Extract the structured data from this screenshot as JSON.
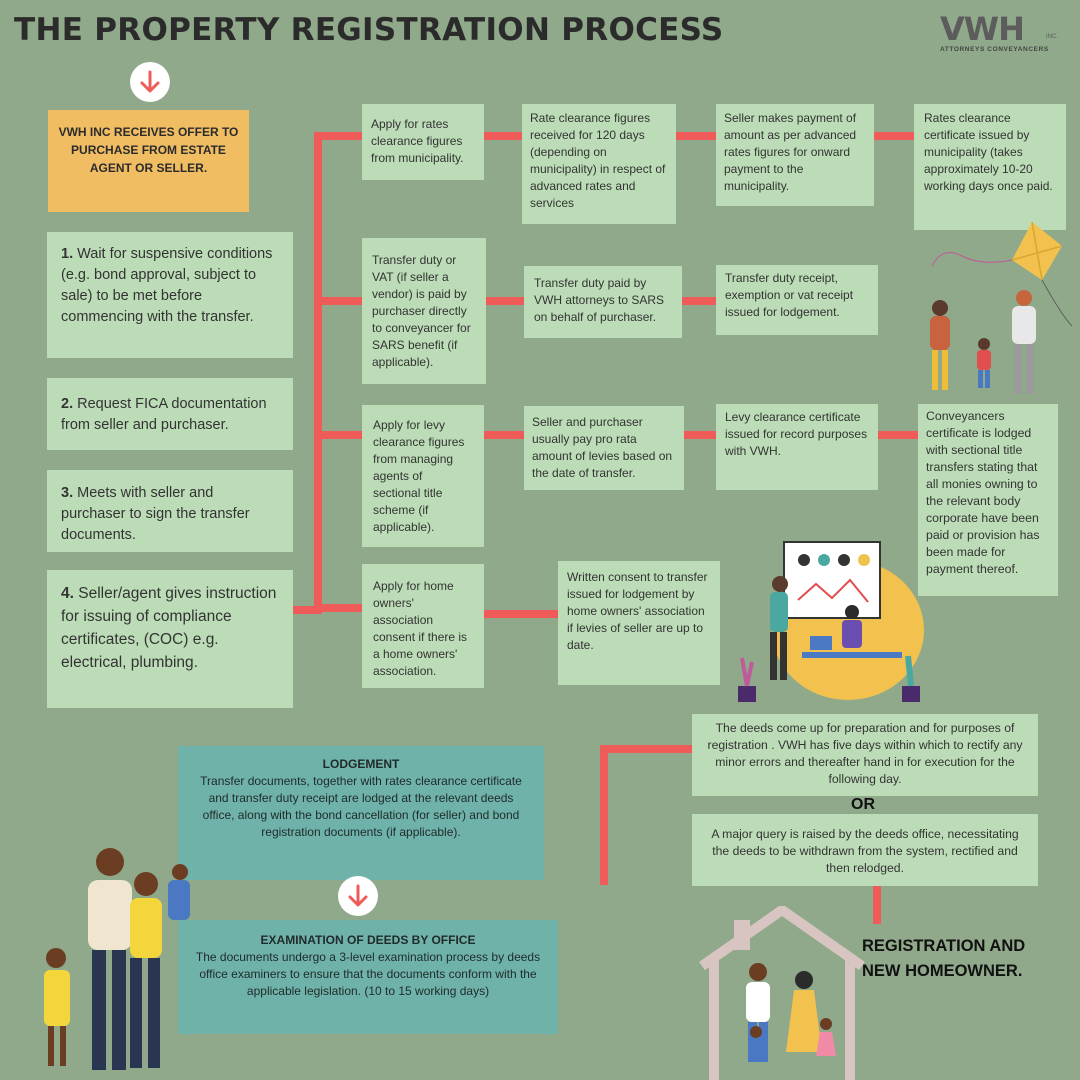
{
  "title": "THE PROPERTY REGISTRATION PROCESS",
  "logo": {
    "mark": "VWH",
    "inc": "INC.",
    "subtitle": "ATTORNEYS   CONVEYANCERS"
  },
  "colors": {
    "background": "#8fa98a",
    "box": "#bcdcb7",
    "offer_box": "#f0bd63",
    "teal_box": "#6fb2aa",
    "connector": "#ef5b58"
  },
  "steps": {
    "offer": "VWH INC RECEIVES OFFER TO PURCHASE FROM ESTATE AGENT OR SELLER.",
    "step1": {
      "num": "1.",
      "text": "Wait for suspensive conditions (e.g. bond approval, subject to sale) to be met before commencing with the transfer."
    },
    "step2": {
      "num": "2.",
      "text": "Request FICA documentation from seller and purchaser."
    },
    "step3": {
      "num": "3.",
      "text": "Meets with seller and purchaser to sign the transfer documents."
    },
    "step4": {
      "num": "4.",
      "text": "Seller/agent gives instruction for issuing of compliance certificates, (COC) e.g. electrical, plumbing."
    }
  },
  "rows": {
    "rates": [
      "Apply for rates clearance figures from municipality.",
      "Rate clearance figures received for 120 days (depending on municipality) in respect of advanced rates and services",
      "Seller makes payment of amount as per advanced rates figures for onward payment to the municipality.",
      "Rates clearance certificate issued by municipality (takes approximately 10-20 working days once paid."
    ],
    "transfer_duty": [
      "Transfer duty or VAT (if seller a vendor) is paid by purchaser directly to conveyancer for SARS benefit (if applicable).",
      "Transfer duty paid by VWH attorneys to SARS on behalf of purchaser.",
      "Transfer duty receipt, exemption or vat receipt issued for lodgement."
    ],
    "levy": [
      "Apply for levy clearance figures from managing agents of sectional title scheme (if applicable).",
      "Seller and purchaser usually pay pro rata amount of levies based on the date of transfer.",
      "Levy clearance certificate issued for record purposes with VWH.",
      "Conveyancers certificate is lodged with sectional title transfers stating that all monies owning to the relevant body corporate have been paid or provision has been made for payment thereof."
    ],
    "hoa": [
      "Apply for home owners' association consent if there is a home owners' association.",
      "Written consent to transfer issued for lodgement by home owners' association if levies of seller are up to date."
    ]
  },
  "deeds": {
    "preparation": "The deeds come up for preparation and for purposes of registration . VWH has five days within which to rectify any minor errors and thereafter hand in for execution for the following day.",
    "or": "OR",
    "query": "A major query is raised by the deeds office, necessitating the deeds to be withdrawn from the system, rectified and then relodged."
  },
  "lodgement": {
    "heading": "LODGEMENT",
    "text": "Transfer documents, together with rates clearance certificate and transfer duty receipt are lodged at the relevant deeds office, along with the bond cancellation (for seller) and bond registration documents (if applicable)."
  },
  "examination": {
    "heading": "EXAMINATION OF DEEDS BY OFFICE",
    "text": "The documents undergo a 3-level examination process by deeds office examiners to ensure that the documents conform with the applicable legislation. (10 to 15 working days)"
  },
  "final": "REGISTRATION AND NEW HOMEOWNER."
}
